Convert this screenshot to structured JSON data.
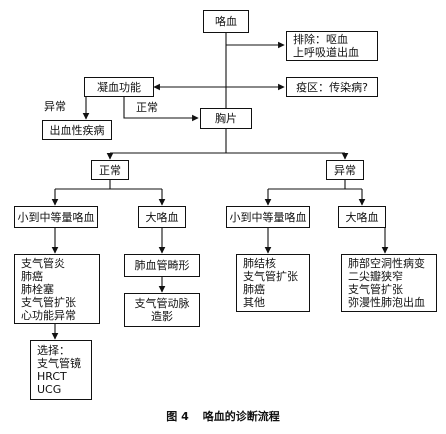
{
  "nodes": {
    "hemoptysis": "咯血",
    "exclude": [
      "排除：呕血",
      "上呼吸道出血"
    ],
    "coagulation": "凝血功能",
    "epidemic": "疫区：传染病?",
    "bleeding_disorder": "出血性疾病",
    "chest_film": "胸片",
    "normal": "正常",
    "abnormal": "异常",
    "small_medium_left": "小到中等量咯血",
    "massive_left": "大咯血",
    "small_medium_right": "小到中等量咯血",
    "massive_right": "大咯血",
    "list_normal_small": [
      "支气管炎",
      "肺癌",
      "肺栓塞",
      "支气管扩张",
      "心功能异常"
    ],
    "vascular_malformation": "肺血管畸形",
    "bronchial_artery": [
      "支气管动脉",
      "造影"
    ],
    "list_abnormal_small": [
      "肺结核",
      "支气管扩张",
      "肺癌",
      "其他"
    ],
    "list_abnormal_massive": [
      "肺部空洞性病变",
      "二尖瓣狭窄",
      "支气管扩张",
      "弥漫性肺泡出血"
    ],
    "choose": [
      "选择：",
      "支气管镜",
      "HRCT",
      "UCG"
    ]
  },
  "edge_labels": {
    "abnormal_left": "异常",
    "normal_mid": "正常"
  },
  "caption": {
    "figure": "图 4",
    "title": "咯血的诊断流程"
  }
}
